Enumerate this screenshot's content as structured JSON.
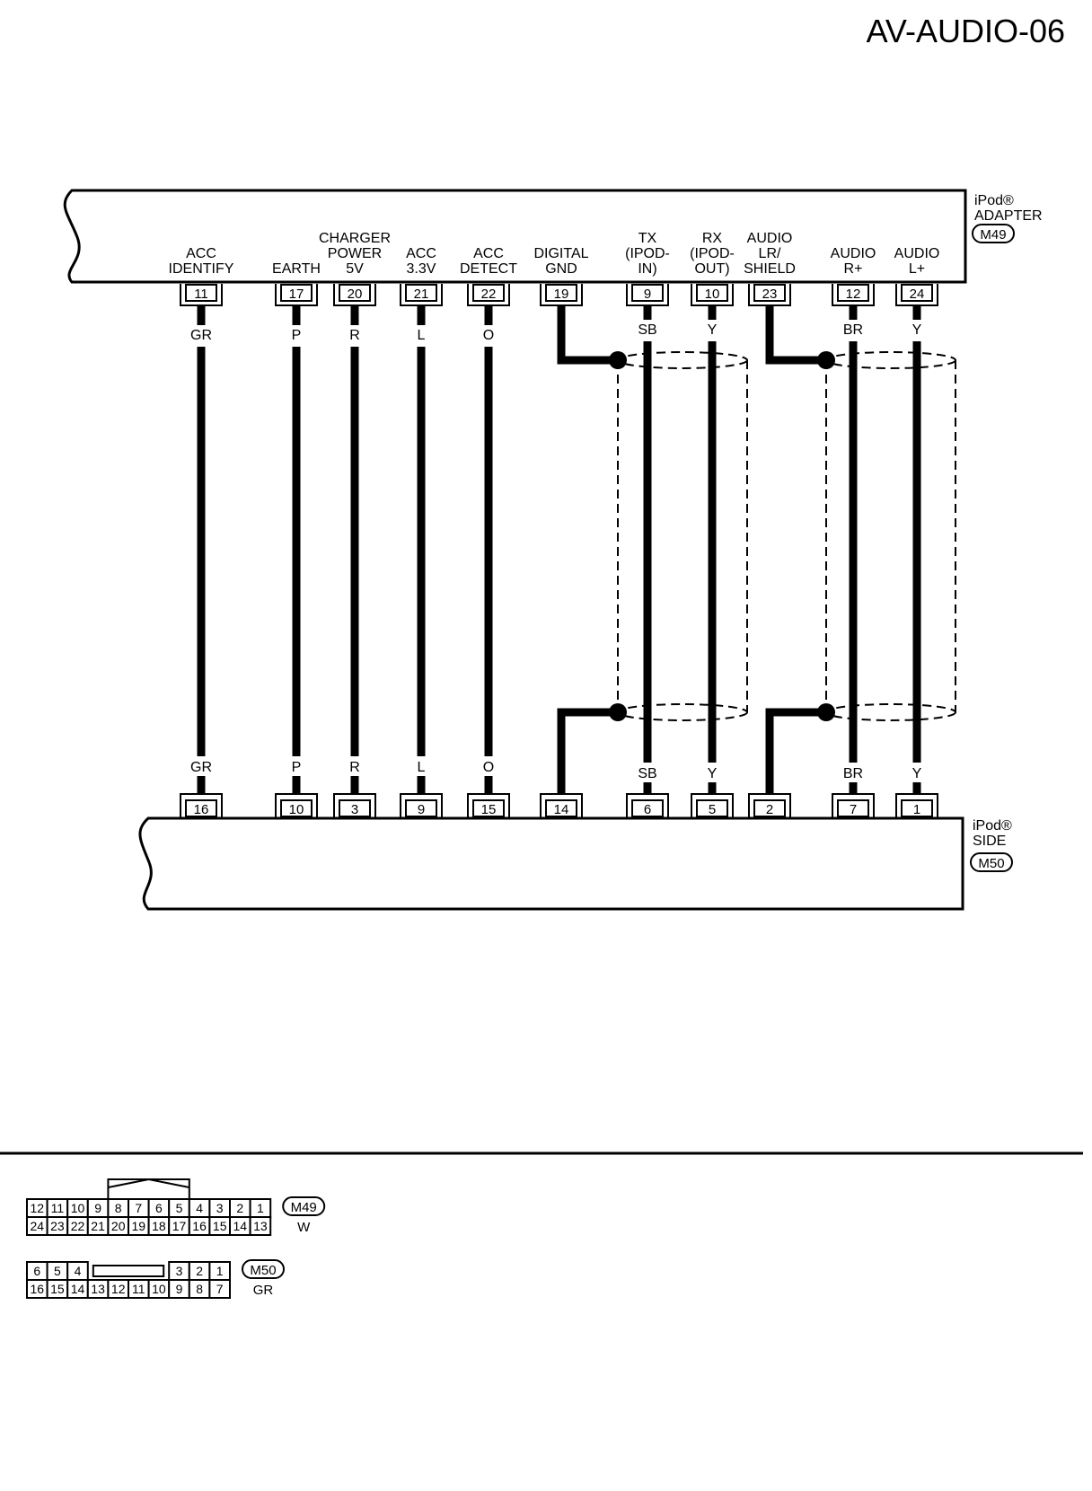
{
  "page": {
    "title": "AV-AUDIO-06"
  },
  "top_connector": {
    "name_lines": [
      "iPod®",
      "ADAPTER"
    ],
    "id": "M49",
    "terminals": [
      {
        "pin": "11",
        "label": [
          "ACC",
          "IDENTIFY"
        ],
        "wire": "GR"
      },
      {
        "pin": "17",
        "label": [
          "EARTH"
        ],
        "wire": "P"
      },
      {
        "pin": "20",
        "label": [
          "CHARGER",
          "POWER",
          "5V"
        ],
        "wire": "R"
      },
      {
        "pin": "21",
        "label": [
          "ACC",
          "3.3V"
        ],
        "wire": "L"
      },
      {
        "pin": "22",
        "label": [
          "ACC",
          "DETECT"
        ],
        "wire": "O"
      },
      {
        "pin": "19",
        "label": [
          "DIGITAL",
          "GND"
        ],
        "wire": ""
      },
      {
        "pin": "9",
        "label": [
          "TX",
          "(IPOD-",
          "IN)"
        ],
        "wire": "SB"
      },
      {
        "pin": "10",
        "label": [
          "RX",
          "(IPOD-",
          "OUT)"
        ],
        "wire": "Y"
      },
      {
        "pin": "23",
        "label": [
          "AUDIO",
          "LR/",
          "SHIELD"
        ],
        "wire": ""
      },
      {
        "pin": "12",
        "label": [
          "AUDIO",
          "R+"
        ],
        "wire": "BR"
      },
      {
        "pin": "24",
        "label": [
          "AUDIO",
          "L+"
        ],
        "wire": "Y"
      }
    ]
  },
  "bottom_connector": {
    "name_lines": [
      "iPod®",
      "SIDE"
    ],
    "id": "M50",
    "terminals": [
      {
        "pin": "16",
        "wire": "GR"
      },
      {
        "pin": "10",
        "wire": "P"
      },
      {
        "pin": "3",
        "wire": "R"
      },
      {
        "pin": "9",
        "wire": "L"
      },
      {
        "pin": "15",
        "wire": "O"
      },
      {
        "pin": "14",
        "wire": ""
      },
      {
        "pin": "6",
        "wire": "SB"
      },
      {
        "pin": "5",
        "wire": "Y"
      },
      {
        "pin": "2",
        "wire": ""
      },
      {
        "pin": "7",
        "wire": "BR"
      },
      {
        "pin": "1",
        "wire": "Y"
      }
    ]
  },
  "connector_views": [
    {
      "id": "M49",
      "color": "W",
      "row1": [
        "12",
        "11",
        "10",
        "9",
        "8",
        "7",
        "6",
        "5",
        "4",
        "3",
        "2",
        "1"
      ],
      "row2": [
        "24",
        "23",
        "22",
        "21",
        "20",
        "19",
        "18",
        "17",
        "16",
        "15",
        "14",
        "13"
      ]
    },
    {
      "id": "M50",
      "color": "GR",
      "row1": [
        "6",
        "5",
        "4",
        "",
        "",
        "",
        "",
        "3",
        "2",
        "1"
      ],
      "row2": [
        "16",
        "15",
        "14",
        "13",
        "12",
        "11",
        "10",
        "9",
        "8",
        "7"
      ]
    }
  ]
}
